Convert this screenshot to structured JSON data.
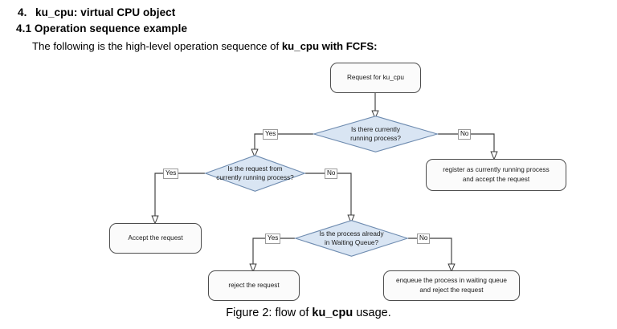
{
  "document": {
    "heading_number": "4.",
    "heading_title": "ku_cpu: virtual CPU object",
    "subheading": "4.1 Operation sequence example",
    "intro_prefix": "The following is the high-level operation sequence of ",
    "intro_bold": "ku_cpu with FCFS:",
    "caption_prefix": "Figure 2: flow of ",
    "caption_bold": "ku_cpu",
    "caption_suffix": " usage."
  },
  "colors": {
    "diamond_fill": "#d9e5f3",
    "diamond_stroke": "#6f8cb0",
    "box_fill": "#fbfbfb",
    "box_stroke": "#4d4d4d",
    "line": "#3d3d3d",
    "label_border": "#9a9a9a"
  },
  "flowchart": {
    "type": "flowchart",
    "title": "flow of ku_cpu usage",
    "nodes": [
      {
        "id": "start",
        "shape": "rounded-rect",
        "text": "Request for ku_cpu"
      },
      {
        "id": "d1",
        "shape": "diamond",
        "text": "Is there currently running process?",
        "line1": "Is there currently",
        "line2": "running process?"
      },
      {
        "id": "d2",
        "shape": "diamond",
        "text": "Is the request from currently running process?",
        "line1": "Is the request from",
        "line2": "currently running process?"
      },
      {
        "id": "d3",
        "shape": "diamond",
        "text": "Is the process already in Waiting Queue?",
        "line1": "Is the process already",
        "line2": "in Waiting Queue?"
      },
      {
        "id": "register",
        "shape": "rounded-rect",
        "text": "register as currently running process and accept the request",
        "line1": "register as currently running process",
        "line2": "and accept the request"
      },
      {
        "id": "accept",
        "shape": "rounded-rect",
        "text": "Accept the request"
      },
      {
        "id": "reject",
        "shape": "rounded-rect",
        "text": "reject the request"
      },
      {
        "id": "enqueue",
        "shape": "rounded-rect",
        "text": "enqueue the process in waiting queue and reject the request",
        "line1": "enqueue the process in waiting queue",
        "line2": "and reject the request"
      }
    ],
    "edges": [
      {
        "from": "start",
        "to": "d1",
        "label": ""
      },
      {
        "from": "d1",
        "to": "d2",
        "label": "Yes"
      },
      {
        "from": "d1",
        "to": "register",
        "label": "No"
      },
      {
        "from": "d2",
        "to": "accept",
        "label": "Yes"
      },
      {
        "from": "d2",
        "to": "d3",
        "label": "No"
      },
      {
        "from": "d3",
        "to": "reject",
        "label": "Yes"
      },
      {
        "from": "d3",
        "to": "enqueue",
        "label": "No"
      }
    ]
  }
}
